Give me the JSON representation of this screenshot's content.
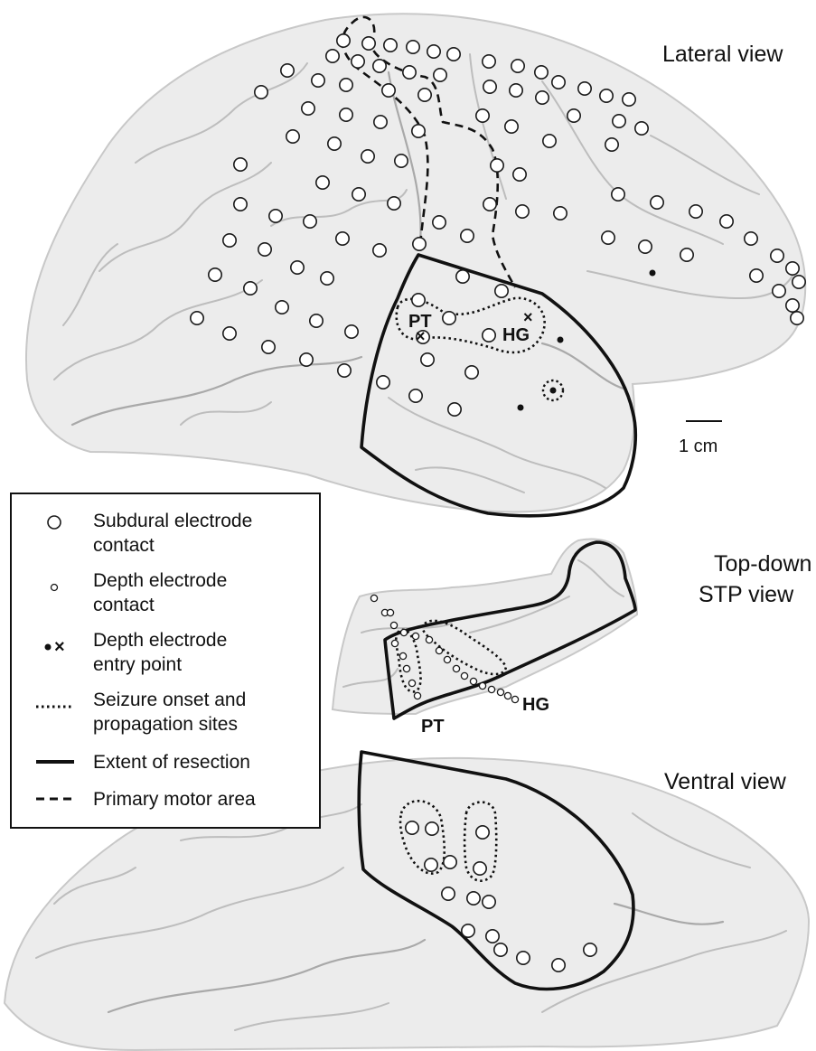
{
  "views": {
    "lateral": "Lateral view",
    "top_down_line1": "Top-down",
    "top_down_line2": "STP view",
    "ventral": "Ventral view"
  },
  "site_labels": {
    "pt": "PT",
    "hg": "HG"
  },
  "scale_bar": "1 cm",
  "legend": {
    "subdural_line1": "Subdural electrode",
    "subdural_line2": "contact",
    "depth_line1": "Depth electrode",
    "depth_line2": "contact",
    "entry_line1": "Depth electrode",
    "entry_line2": "entry point",
    "entry_marker": "×",
    "onset_line1": "Seizure onset and",
    "onset_line2": "propagation sites",
    "resection": "Extent of resection",
    "motor": "Primary motor area"
  },
  "colors": {
    "brain_fill": "#ececec",
    "brain_edge": "#c8c8c8",
    "sulci": "#bdbdbd",
    "ink": "#111111"
  }
}
